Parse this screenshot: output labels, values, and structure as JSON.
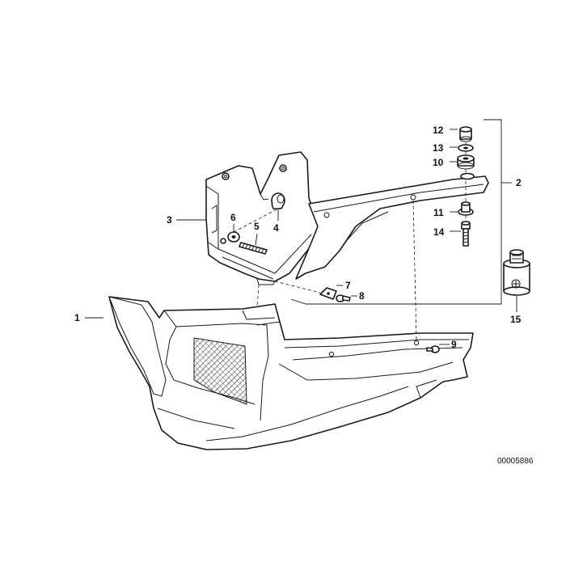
{
  "diagram": {
    "doc_number": "00005886",
    "callouts": {
      "c1": "1",
      "c2": "2",
      "c3": "3",
      "c4": "4",
      "c5": "5",
      "c6": "6",
      "c7": "7",
      "c8": "8",
      "c9": "9",
      "c10": "10",
      "c11": "11",
      "c12": "12",
      "c13": "13",
      "c14": "14",
      "c15": "15"
    }
  }
}
